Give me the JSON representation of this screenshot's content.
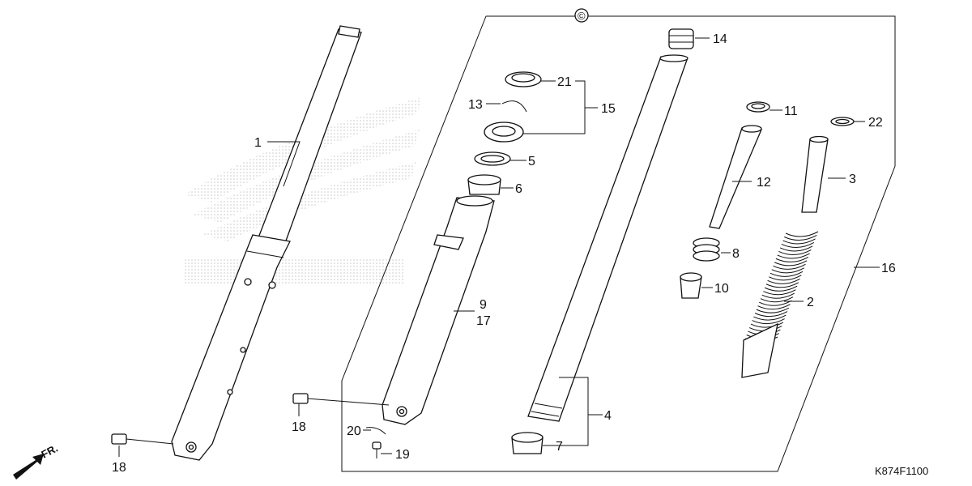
{
  "diagram": {
    "corner_code": "K874F1100",
    "direction_label": "FR.",
    "copyright_symbol": "©",
    "callouts": {
      "c1": "1",
      "c2": "2",
      "c3": "3",
      "c4": "4",
      "c5": "5",
      "c6": "6",
      "c7": "7",
      "c8": "8",
      "c9": "9",
      "c10": "10",
      "c11": "11",
      "c12": "12",
      "c13": "13",
      "c14": "14",
      "c15": "15",
      "c16": "16",
      "c17": "17",
      "c18a": "18",
      "c18b": "18",
      "c19": "19",
      "c20": "20",
      "c21": "21",
      "c22": "22"
    },
    "colors": {
      "line": "#111111",
      "watermark": "#c8c8c8",
      "background": "#ffffff"
    }
  }
}
